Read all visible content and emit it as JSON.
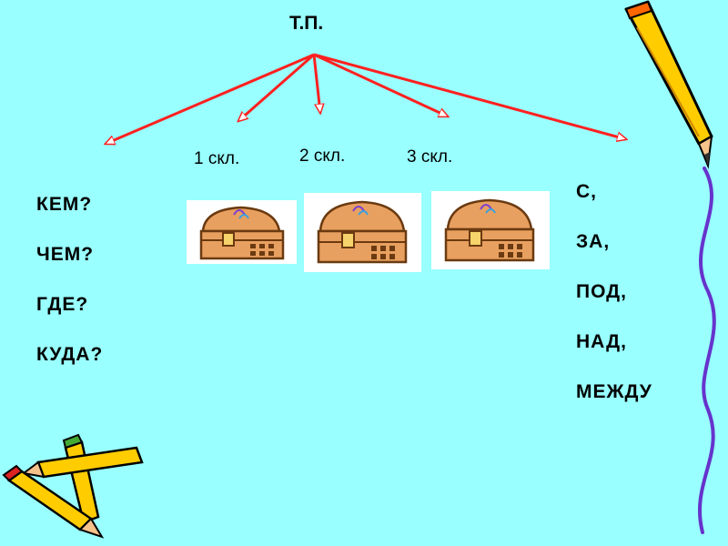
{
  "diagram": {
    "root_label": "Т.П.",
    "declensions": [
      {
        "label": "1 скл."
      },
      {
        "label": "2 скл."
      },
      {
        "label": "3 скл."
      }
    ],
    "questions": [
      "КЕМ?",
      "ЧЕМ?",
      "ГДЕ?",
      "КУДА?"
    ],
    "prepositions": [
      "С,",
      "ЗА,",
      "ПОД,",
      "НАД,",
      "МЕЖДУ"
    ]
  },
  "colors": {
    "background": "#99ffff",
    "arrow": "#ff2020",
    "scribble_line": "#6633cc",
    "pencil_body": "#ffcc00",
    "chest_wood": "#e8a060"
  },
  "icons": [
    "treasure-chest-icon",
    "pencil-icon",
    "crossed-pencils-icon"
  ]
}
